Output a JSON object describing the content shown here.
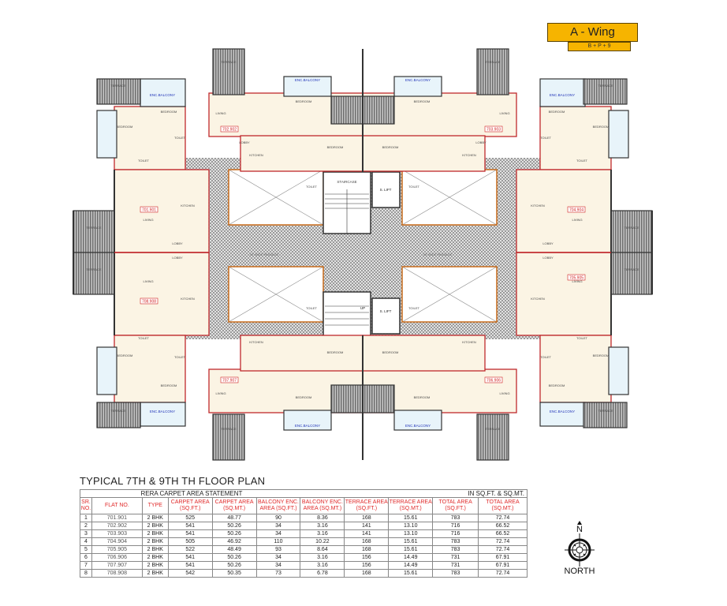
{
  "badge": {
    "wing": "A - Wing",
    "floors": "B + P + 9"
  },
  "plan": {
    "passage_label": "40' WIDE PASSAGE",
    "staircase_label": "STAIRCASE",
    "lift_label": "S. LIFT",
    "up_label": "UP",
    "flats": [
      {
        "no": "701.901",
        "rooms": [
          "LIVING",
          "KITCHEN",
          "LOBBY",
          "BEDROOM",
          "BEDROOM",
          "TOILET",
          "TOILET",
          "TERRACE",
          "ENC.BALCONY",
          "ENC.BALCONY"
        ]
      },
      {
        "no": "702.902",
        "rooms": [
          "LIVING",
          "KITCHEN",
          "LOBBY",
          "BEDROOM",
          "BEDROOM",
          "TOILET",
          "TERRACE",
          "TERRACE",
          "ENC.BALCONY"
        ]
      },
      {
        "no": "703.903",
        "rooms": [
          "LIVING",
          "KITCHEN",
          "LOBBY",
          "BEDROOM",
          "BEDROOM",
          "TOILET",
          "TERRACE",
          "TERRACE",
          "ENC.BALCONY"
        ]
      },
      {
        "no": "704.904",
        "rooms": [
          "LIVING",
          "KITCHEN",
          "LOBBY",
          "BEDROOM",
          "BEDROOM",
          "TOILET",
          "TOILET",
          "TERRACE",
          "ENC.BALCONY",
          "ENC.BALCONY"
        ]
      },
      {
        "no": "705.905",
        "rooms": [
          "LIVING",
          "KITCHEN",
          "LOBBY",
          "BEDROOM",
          "BEDROOM",
          "TOILET",
          "TOILET",
          "TERRACE",
          "ENC.BALCONY",
          "ENC.BALCONY"
        ]
      },
      {
        "no": "706.906",
        "rooms": [
          "LIVING",
          "KITCHEN",
          "LOBBY",
          "BEDROOM",
          "BEDROOM",
          "TOILET",
          "TERRACE",
          "TERRACE",
          "ENC.BALCONY"
        ]
      },
      {
        "no": "707.907",
        "rooms": [
          "LIVING",
          "KITCHEN",
          "LOBBY",
          "BEDROOM",
          "BEDROOM",
          "TOILET",
          "TERRACE",
          "TERRACE",
          "ENC.BALCONY"
        ]
      },
      {
        "no": "708.908",
        "rooms": [
          "LIVING",
          "KITCHEN",
          "LOBBY",
          "BEDROOM",
          "BEDROOM",
          "TOILET",
          "TOILET",
          "TERRACE",
          "ENC.BALCONY",
          "ENC.BALCONY"
        ]
      }
    ],
    "enc_balcony": "ENC.BALCONY",
    "terrace": "TERRACE",
    "living": "LIVING",
    "kitchen": "KITCHEN",
    "bedroom": "BEDROOM",
    "toilet": "TOILET",
    "lobby": "LOBBY"
  },
  "table": {
    "title": "TYPICAL 7TH & 9TH TH FLOOR PLAN",
    "statement": "RERA CARPET AREA  STATEMENT",
    "units": "IN SQ.FT. & SQ.MT.",
    "headers": [
      "SR. NO.",
      "FLAT NO.",
      "TYPE",
      "CARPET AREA (SQ.FT.)",
      "CARPET AREA (SQ.MT.)",
      "BALCONY ENC. AREA (SQ.FT.)",
      "BALCONY ENC. AREA (SQ.MT.)",
      "TERRACE AREA (SQ.FT.)",
      "TERRACE AREA (SQ.MT.)",
      "TOTAL AREA (SQ.FT.)",
      "TOTAL AREA (SQ.MT.)"
    ],
    "rows": [
      [
        "1",
        "701.901",
        "2 BHK",
        "525",
        "48.77",
        "90",
        "8.36",
        "168",
        "15.61",
        "783",
        "72.74"
      ],
      [
        "2",
        "702.902",
        "2 BHK",
        "541",
        "50.26",
        "34",
        "3.16",
        "141",
        "13.10",
        "716",
        "66.52"
      ],
      [
        "3",
        "703.903",
        "2 BHK",
        "541",
        "50.26",
        "34",
        "3.16",
        "141",
        "13.10",
        "716",
        "66.52"
      ],
      [
        "4",
        "704.904",
        "2 BHK",
        "505",
        "46.92",
        "110",
        "10.22",
        "168",
        "15.61",
        "783",
        "72.74"
      ],
      [
        "5",
        "705.905",
        "2 BHK",
        "522",
        "48.49",
        "93",
        "8.64",
        "168",
        "15.61",
        "783",
        "72.74"
      ],
      [
        "6",
        "706.906",
        "2 BHK",
        "541",
        "50.26",
        "34",
        "3.16",
        "156",
        "14.49",
        "731",
        "67.91"
      ],
      [
        "7",
        "707.907",
        "2 BHK",
        "541",
        "50.26",
        "34",
        "3.16",
        "156",
        "14.49",
        "731",
        "67.91"
      ],
      [
        "8",
        "708.908",
        "2 BHK",
        "542",
        "50.35",
        "73",
        "6.78",
        "168",
        "15.61",
        "783",
        "72.74"
      ]
    ]
  },
  "compass": {
    "n": "N",
    "label": "NORTH"
  },
  "colors": {
    "badge": "#f6b400",
    "header_text": "#e02a2a",
    "enc_balcony_text": "#2234b8",
    "flat_tag": "#d02020",
    "room_fill": "#fbf4e4",
    "terrace_fill": "#8a8a8a",
    "passage_fill": "#c8c8c8",
    "wall_red": "#c0282c"
  }
}
